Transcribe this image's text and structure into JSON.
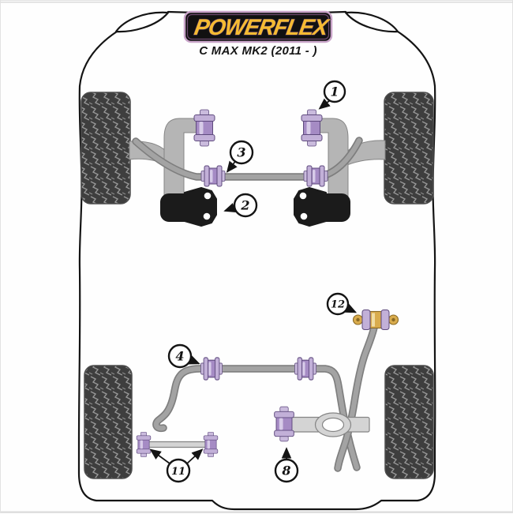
{
  "header": {
    "brand": "POWERFLEX",
    "model": "C MAX MK2 (2011 - )"
  },
  "callouts": [
    {
      "label": "1",
      "target": "front-wishbone-rear-bushing"
    },
    {
      "label": "2",
      "target": "front-lower-engine-mount"
    },
    {
      "label": "3",
      "target": "front-anti-roll-bar-bush"
    },
    {
      "label": "4",
      "target": "rear-anti-roll-bar-bush"
    },
    {
      "label": "8",
      "target": "rear-trailing-arm-front-bush"
    },
    {
      "label": "11",
      "target": "rear-tie-bar-bushes"
    },
    {
      "label": "12",
      "target": "rear-lower-engine-mount-bush"
    }
  ],
  "colors": {
    "bush_body": "#a58bc4",
    "bush_flange": "#c2b0d8",
    "bush_stem": "#cabbdd",
    "bush_highlight": "#ddd2ec",
    "bush_outline": "#5e4a7d",
    "gold": "#d9ac4d",
    "gold_outline": "#8a6a24",
    "arm_gray": "#b5b5b5",
    "arm_edge": "#858585",
    "bar_gray": "#a3a3a3",
    "bar_edge": "#7e7e7e",
    "part_light": "#d4d4d4",
    "mount_black": "#1b1b1b",
    "logo_gold": "#f5bb31",
    "logo_border": "#c9a4c9",
    "line_black": "#141414"
  }
}
